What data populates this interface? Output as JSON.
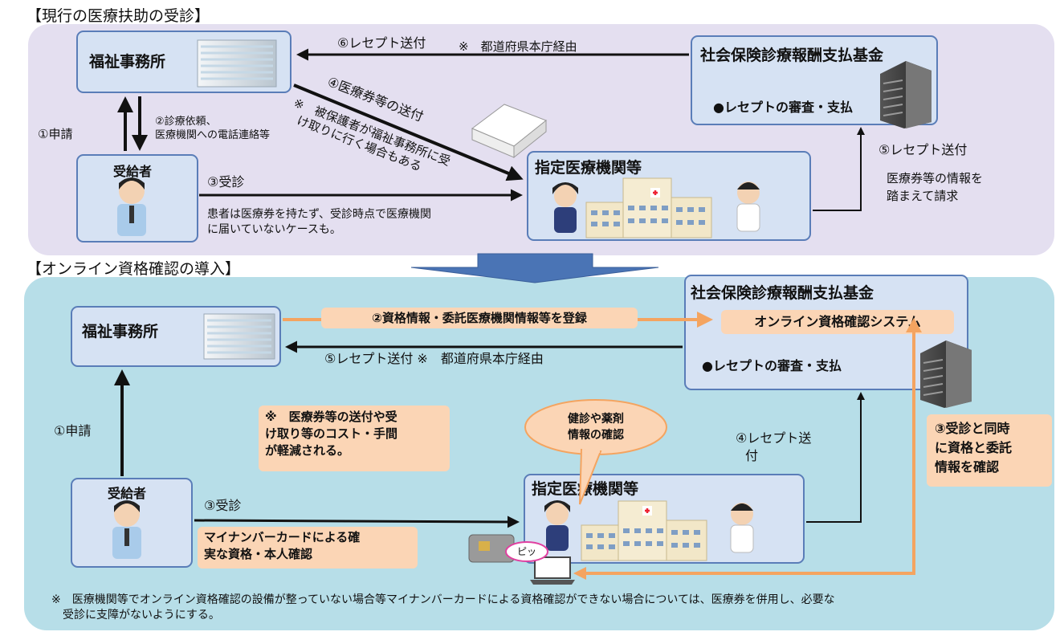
{
  "top": {
    "title": "【現行の医療扶助の受診】",
    "welfare_office": "福祉事務所",
    "fund": "社会保険診療報酬支払基金",
    "fund_bullet": "●レセプトの審査・支払",
    "recipient": "受給者",
    "medical": "指定医療機関等",
    "arrow6": "⑥レセプト送付",
    "arrow6_note": "※　都道府県本庁経由",
    "apply": "①申請",
    "request_line1": "②診療依頼、",
    "request_line2": "医療機関への電話連絡等",
    "send_ticket": "④医療券等の送付",
    "send_note_line1": "※　被保護者が福祉事務所に受",
    "send_note_line2": "け取りに行く場合もある",
    "visit": "③受診",
    "patient_note_line1": "患者は医療券を持たず、受診時点で医療機関",
    "patient_note_line2": "に届いていないケースも。",
    "receipt5": "⑤レセプト送付",
    "claim_line1": "医療券等の情報を",
    "claim_line2": "踏まえて請求"
  },
  "bottom": {
    "title": "【オンライン資格確認の導入】",
    "welfare_office": "福祉事務所",
    "fund": "社会保険診療報酬支払基金",
    "online_system": "オンライン資格確認システム",
    "fund_bullet": "●レセプトの審査・支払",
    "register": "②資格情報・委託医療機関情報等を登録",
    "receipt5": "⑤レセプト送付 ※　都道府県本庁経由",
    "apply": "①申請",
    "reduce_line1": "※　医療券等の送付や受",
    "reduce_line2": "け取り等のコスト・手間",
    "reduce_line3": "が軽減される。",
    "bubble_line1": "健診や薬剤",
    "bubble_line2": "情報の確認",
    "receipt4_line1": "④レセプト送",
    "receipt4_line2": "付",
    "confirm_line1": "③受診と同時",
    "confirm_line2": "に資格と委託",
    "confirm_line3": "情報を確認",
    "recipient": "受給者",
    "medical": "指定医療機関等",
    "visit": "③受診",
    "mynumber_line1": "マイナンバーカードによる確",
    "mynumber_line2": "実な資格・本人確認",
    "beep": "ピッ",
    "footnote_line1": "※　医療機関等でオンライン資格確認の設備が整っていない場合等マイナンバーカードによる資格確認ができない場合については、医療券を併用し、必要な",
    "footnote_line2": "受診に支障がないようにする。"
  },
  "colors": {
    "top_panel": "#e4dff0",
    "bottom_panel": "#b7dee8",
    "box_fill": "#d6e2f3",
    "box_border": "#5a7db8",
    "orange_arrow": "#f4a460",
    "peach_label": "#fbd5b5",
    "big_arrow": "#4a74b5"
  },
  "icons": [
    "office-building-icon",
    "fund-building-icon",
    "hospital-icon",
    "patient-icon",
    "nurse-icon",
    "doctor-icon",
    "envelope-icon",
    "card-reader-icon",
    "laptop-icon"
  ]
}
